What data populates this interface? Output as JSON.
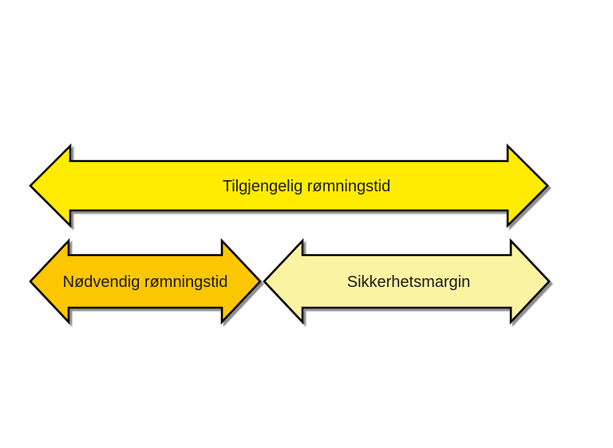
{
  "colors": {
    "background": "#FFFFFF",
    "outline": "#000000",
    "shadow": "#8C8C8C",
    "text": "#1A1A1A",
    "available_fill": "#FFEC00",
    "required_fill": "#FCC605",
    "margin_fill": "#FAF3A2"
  },
  "arrows": {
    "available": {
      "label": "Tilgjengelig rømningstid"
    },
    "required": {
      "label": "Nødvendig rømningstid"
    },
    "margin": {
      "label": "Sikkerhetsmargin"
    }
  }
}
